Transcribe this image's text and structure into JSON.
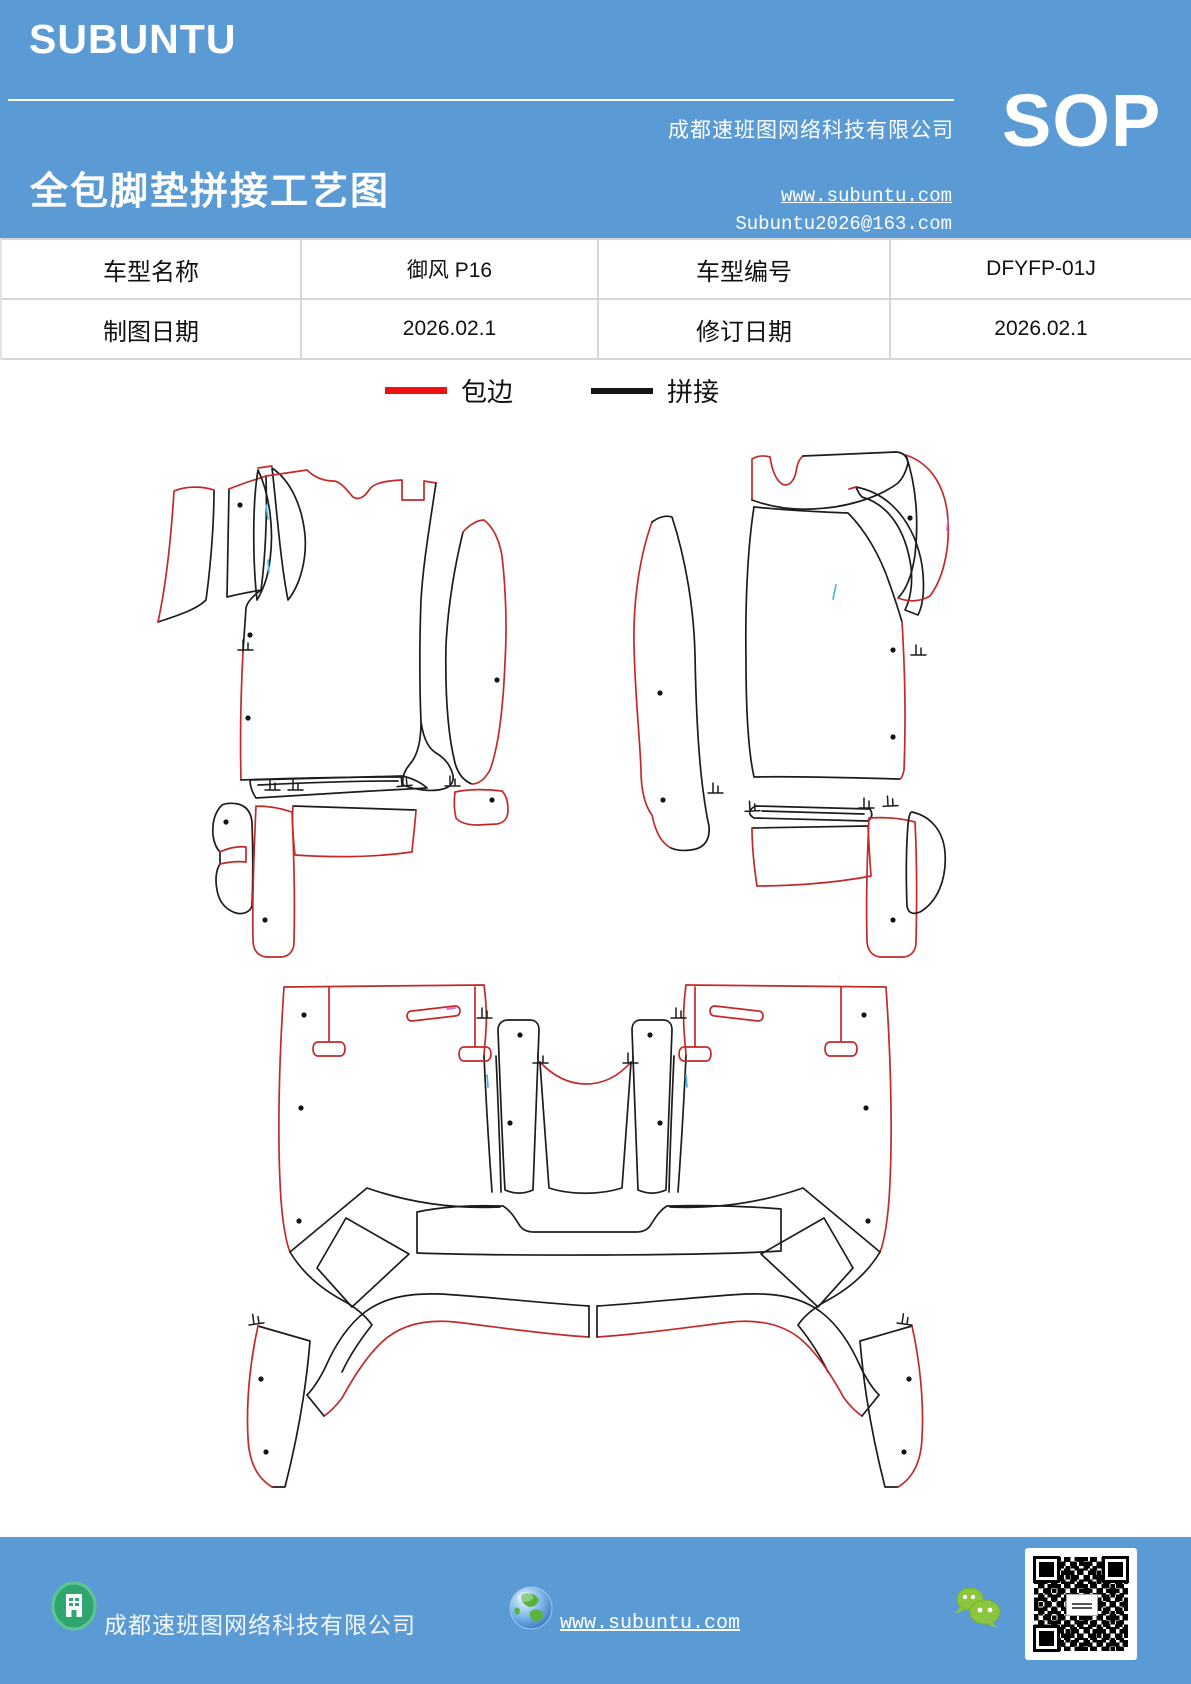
{
  "header": {
    "logo": "SUBUNTU",
    "company": "成都速班图网络科技有限公司",
    "sop_badge": "SOP",
    "title": "全包脚垫拼接工艺图",
    "website": "www.subuntu.com",
    "email": "Subuntu2026@163.com",
    "bg_color": "#5b9bd5"
  },
  "info_table": {
    "rows": [
      [
        "车型名称",
        "御风 P16",
        "车型编号",
        "DFYFP-01J"
      ],
      [
        "制图日期",
        "2026.02.1",
        "修订日期",
        "2026.02.1"
      ]
    ]
  },
  "legend": {
    "items": [
      {
        "label": "包边",
        "color": "#ee1111"
      },
      {
        "label": "拼接",
        "color": "#141414"
      }
    ]
  },
  "diagram": {
    "edge_wrap_color": "#c22a29",
    "splice_color": "#1c1c1c",
    "figures": 3
  },
  "footer": {
    "company": "成都速班图网络科技有限公司",
    "website": "www.subuntu.com",
    "bg_color": "#5b9bd5",
    "icons": [
      "building-icon",
      "globe-icon",
      "wechat-icon",
      "qr-code"
    ]
  }
}
